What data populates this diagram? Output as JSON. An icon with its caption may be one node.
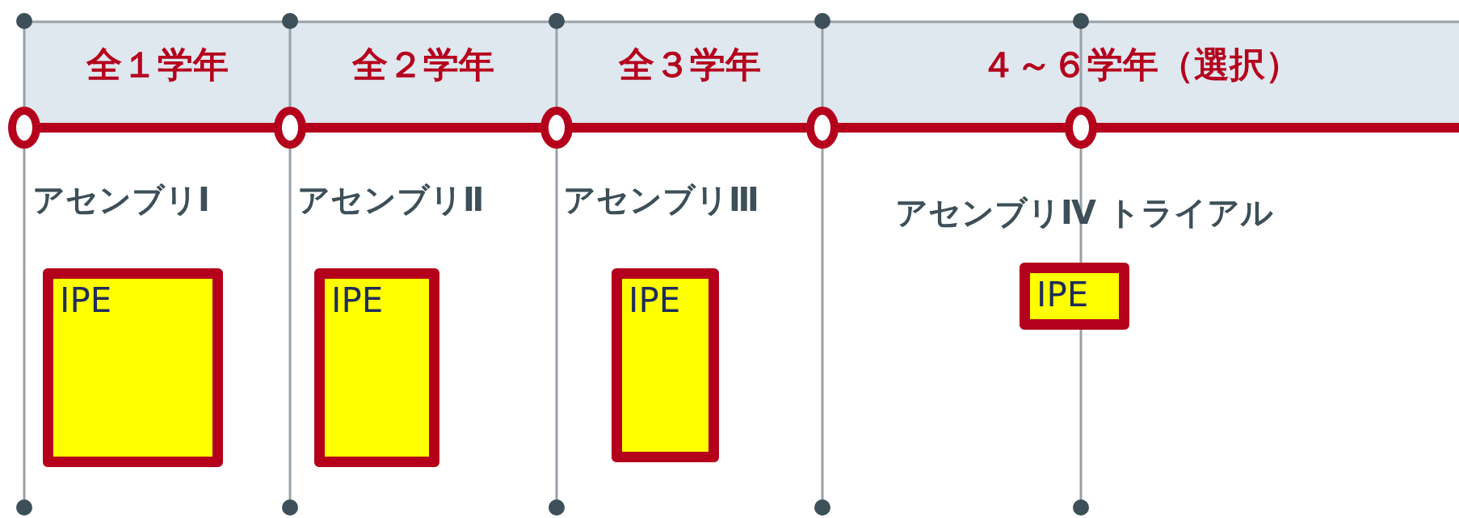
{
  "diagram": {
    "nodes": [
      {
        "text": [
          "IPE"
        ]
      },
      {
        "text": [
          "IPE"
        ]
      },
      {
        "text": [
          "IPE"
        ]
      },
      {
        "text": [
          "IPE"
        ]
      }
    ],
    "labels": [
      "全１学年",
      "全２学年",
      "全３学年",
      "４～６学年（選択）",
      "アセンブリⅠ",
      "アセンブリⅡ",
      "アセンブリⅢ",
      "アセンブリⅣ トライアル"
    ]
  }
}
